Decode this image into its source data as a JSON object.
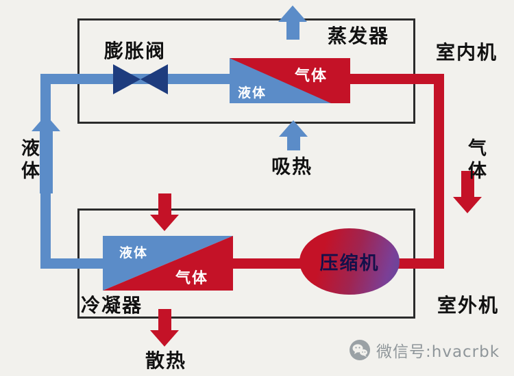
{
  "diagram": {
    "indoor": {
      "unit_label": "室内机",
      "evaporator_label": "蒸发器",
      "expansion_valve_label": "膨胀阀",
      "absorb_heat_label": "吸热",
      "evaporator": {
        "liquid": "液体",
        "gas": "气体"
      }
    },
    "left_flow_label": "液体",
    "right_flow_label": "气体",
    "outdoor": {
      "unit_label": "室外机",
      "condenser_label": "冷凝器",
      "release_heat_label": "散热",
      "compressor_label": "压缩机",
      "condenser": {
        "liquid": "液体",
        "gas": "气体"
      }
    },
    "watermark": {
      "icon": "wechat-icon",
      "text": "微信号:hvacrbk"
    }
  },
  "colors": {
    "background": "#f2f1ed",
    "box_border": "#2b2b2b",
    "pipe_blue": "#5b8cc8",
    "pipe_red": "#c41227",
    "valve_navy": "#1e3c7e",
    "compressor_red": "#c41227",
    "compressor_purple": "#7b3f96",
    "watermark_gray": "#8f969a"
  }
}
